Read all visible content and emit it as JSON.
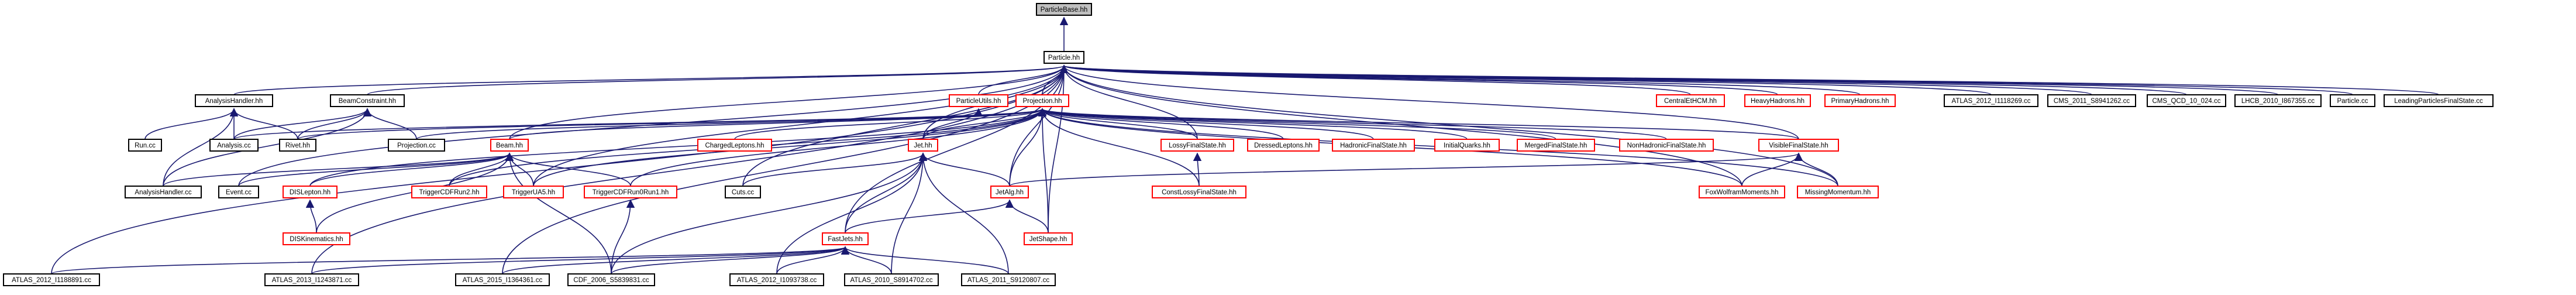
{
  "colors": {
    "edge": "#191970",
    "node_border_normal": "#000000",
    "node_border_linked": "#ff0000",
    "node_fill": "#ffffff",
    "node_fill_current": "#bfbfbf",
    "text": "#000000"
  },
  "diagram": {
    "type": "include-dependency-graph",
    "nodes": [
      {
        "id": "particlebase_hh",
        "label": "ParticleBase.hh",
        "style": "current"
      },
      {
        "id": "particle_hh",
        "label": "Particle.hh",
        "style": "normal"
      },
      {
        "id": "analysishandler_hh",
        "label": "AnalysisHandler.hh",
        "style": "normal"
      },
      {
        "id": "beamconstraint_hh",
        "label": "BeamConstraint.hh",
        "style": "normal"
      },
      {
        "id": "particleutils_hh",
        "label": "ParticleUtils.hh",
        "style": "linked"
      },
      {
        "id": "projection_hh",
        "label": "Projection.hh",
        "style": "linked"
      },
      {
        "id": "centraletcm_hh",
        "label": "CentralEtHCM.hh",
        "style": "linked"
      },
      {
        "id": "heavyhadrons_hh",
        "label": "HeavyHadrons.hh",
        "style": "linked"
      },
      {
        "id": "primaryhadrons_hh",
        "label": "PrimaryHadrons.hh",
        "style": "linked"
      },
      {
        "id": "atlas_2012_i1118269",
        "label": "ATLAS_2012_I1118269.cc",
        "style": "normal"
      },
      {
        "id": "cms_2011_s8941262",
        "label": "CMS_2011_S8941262.cc",
        "style": "normal"
      },
      {
        "id": "cms_qcd_10_024",
        "label": "CMS_QCD_10_024.cc",
        "style": "normal"
      },
      {
        "id": "lhcb_2010_i867355",
        "label": "LHCB_2010_I867355.cc",
        "style": "normal"
      },
      {
        "id": "particle_cc",
        "label": "Particle.cc",
        "style": "normal"
      },
      {
        "id": "leadingparticlesfinalstate_cc",
        "label": "LeadingParticlesFinalState.cc",
        "style": "normal"
      },
      {
        "id": "run_cc",
        "label": "Run.cc",
        "style": "normal"
      },
      {
        "id": "analysis_cc",
        "label": "Analysis.cc",
        "style": "normal"
      },
      {
        "id": "rivet_hh",
        "label": "Rivet.hh",
        "style": "normal"
      },
      {
        "id": "projection_cc",
        "label": "Projection.cc",
        "style": "normal"
      },
      {
        "id": "beam_hh",
        "label": "Beam.hh",
        "style": "linked"
      },
      {
        "id": "chargedleptons_hh",
        "label": "ChargedLeptons.hh",
        "style": "linked"
      },
      {
        "id": "jet_hh",
        "label": "Jet.hh",
        "style": "linked"
      },
      {
        "id": "lossyfinalstate_hh",
        "label": "LossyFinalState.hh",
        "style": "linked"
      },
      {
        "id": "dressedleptons_hh",
        "label": "DressedLeptons.hh",
        "style": "linked"
      },
      {
        "id": "hadronicfinalstate_hh",
        "label": "HadronicFinalState.hh",
        "style": "linked"
      },
      {
        "id": "initialquarks_hh",
        "label": "InitialQuarks.hh",
        "style": "linked"
      },
      {
        "id": "mergedfinalstate_hh",
        "label": "MergedFinalState.hh",
        "style": "linked"
      },
      {
        "id": "nonhadronicfinalstate_hh",
        "label": "NonHadronicFinalState.hh",
        "style": "linked"
      },
      {
        "id": "visiblefinalstate_hh",
        "label": "VisibleFinalState.hh",
        "style": "linked"
      },
      {
        "id": "analysishandler_cc",
        "label": "AnalysisHandler.cc",
        "style": "normal"
      },
      {
        "id": "event_cc",
        "label": "Event.cc",
        "style": "normal"
      },
      {
        "id": "dislepton_hh",
        "label": "DISLepton.hh",
        "style": "linked"
      },
      {
        "id": "triggercdfrun2_hh",
        "label": "TriggerCDFRun2.hh",
        "style": "linked"
      },
      {
        "id": "triggerua5_hh",
        "label": "TriggerUA5.hh",
        "style": "linked"
      },
      {
        "id": "triggercdfrun0run1_hh",
        "label": "TriggerCDFRun0Run1.hh",
        "style": "linked"
      },
      {
        "id": "cuts_cc",
        "label": "Cuts.cc",
        "style": "normal"
      },
      {
        "id": "jetalg_hh",
        "label": "JetAlg.hh",
        "style": "linked"
      },
      {
        "id": "constlossyfinalstate_hh",
        "label": "ConstLossyFinalState.hh",
        "style": "linked"
      },
      {
        "id": "foxwolframmoments_hh",
        "label": "FoxWolframMoments.hh",
        "style": "linked"
      },
      {
        "id": "missingmomentum_hh",
        "label": "MissingMomentum.hh",
        "style": "linked"
      },
      {
        "id": "diskinematics_hh",
        "label": "DISKinematics.hh",
        "style": "linked"
      },
      {
        "id": "jetshape_hh",
        "label": "JetShape.hh",
        "style": "linked"
      },
      {
        "id": "fastjets_hh",
        "label": "FastJets.hh",
        "style": "linked"
      },
      {
        "id": "atlas_2012_i1188891",
        "label": "ATLAS_2012_I1188891.cc",
        "style": "normal"
      },
      {
        "id": "atlas_2013_i1243871",
        "label": "ATLAS_2013_I1243871.cc",
        "style": "normal"
      },
      {
        "id": "atlas_2015_i1364361",
        "label": "ATLAS_2015_I1364361.cc",
        "style": "normal"
      },
      {
        "id": "cdf_2006_s5839831",
        "label": "CDF_2006_S5839831.cc",
        "style": "normal"
      },
      {
        "id": "atlas_2012_i1093738",
        "label": "ATLAS_2012_I1093738.cc",
        "style": "normal"
      },
      {
        "id": "atlas_2010_s8914702",
        "label": "ATLAS_2010_S8914702.cc",
        "style": "normal"
      },
      {
        "id": "atlas_2011_s9120807",
        "label": "ATLAS_2011_S9120807.cc",
        "style": "normal"
      }
    ],
    "edges": [
      [
        "particle_hh",
        "particlebase_hh"
      ],
      [
        "analysishandler_hh",
        "particle_hh"
      ],
      [
        "beamconstraint_hh",
        "particle_hh"
      ],
      [
        "particleutils_hh",
        "particle_hh"
      ],
      [
        "projection_hh",
        "particle_hh"
      ],
      [
        "centraletcm_hh",
        "particle_hh"
      ],
      [
        "heavyhadrons_hh",
        "particle_hh"
      ],
      [
        "primaryhadrons_hh",
        "particle_hh"
      ],
      [
        "atlas_2012_i1118269",
        "particle_hh"
      ],
      [
        "cms_2011_s8941262",
        "particle_hh"
      ],
      [
        "cms_qcd_10_024",
        "particle_hh"
      ],
      [
        "lhcb_2010_i867355",
        "particle_hh"
      ],
      [
        "particle_cc",
        "particle_hh"
      ],
      [
        "leadingparticlesfinalstate_cc",
        "particle_hh"
      ],
      [
        "beam_hh",
        "particle_hh"
      ],
      [
        "jet_hh",
        "particle_hh"
      ],
      [
        "lossyfinalstate_hh",
        "particle_hh"
      ],
      [
        "visiblefinalstate_hh",
        "particle_hh"
      ],
      [
        "missingmomentum_hh",
        "particle_hh"
      ],
      [
        "foxwolframmoments_hh",
        "particle_hh"
      ],
      [
        "jetalg_hh",
        "particle_hh"
      ],
      [
        "jetshape_hh",
        "particle_hh"
      ],
      [
        "fastjets_hh",
        "particle_hh"
      ],
      [
        "cuts_cc",
        "particle_hh"
      ],
      [
        "event_cc",
        "particle_hh"
      ],
      [
        "triggerua5_hh",
        "particle_hh"
      ],
      [
        "atlas_2012_i1188891",
        "particle_hh"
      ],
      [
        "atlas_2013_i1243871",
        "particle_hh"
      ],
      [
        "atlas_2015_i1364361",
        "particle_hh"
      ],
      [
        "run_cc",
        "analysishandler_hh"
      ],
      [
        "analysis_cc",
        "analysishandler_hh"
      ],
      [
        "rivet_hh",
        "analysishandler_hh"
      ],
      [
        "analysishandler_cc",
        "analysishandler_hh"
      ],
      [
        "analysis_cc",
        "beamconstraint_hh"
      ],
      [
        "rivet_hh",
        "beamconstraint_hh"
      ],
      [
        "projection_cc",
        "beamconstraint_hh"
      ],
      [
        "analysishandler_cc",
        "beamconstraint_hh"
      ],
      [
        "jet_hh",
        "particleutils_hh"
      ],
      [
        "beam_hh",
        "projection_hh"
      ],
      [
        "chargedleptons_hh",
        "projection_hh"
      ],
      [
        "jet_hh",
        "projection_hh"
      ],
      [
        "lossyfinalstate_hh",
        "projection_hh"
      ],
      [
        "dressedleptons_hh",
        "projection_hh"
      ],
      [
        "hadronicfinalstate_hh",
        "projection_hh"
      ],
      [
        "initialquarks_hh",
        "projection_hh"
      ],
      [
        "mergedfinalstate_hh",
        "projection_hh"
      ],
      [
        "nonhadronicfinalstate_hh",
        "projection_hh"
      ],
      [
        "visiblefinalstate_hh",
        "projection_hh"
      ],
      [
        "constlossyfinalstate_hh",
        "projection_hh"
      ],
      [
        "jetalg_hh",
        "projection_hh"
      ],
      [
        "jetshape_hh",
        "projection_hh"
      ],
      [
        "dislepton_hh",
        "projection_hh"
      ],
      [
        "analysis_cc",
        "projection_hh"
      ],
      [
        "rivet_hh",
        "projection_hh"
      ],
      [
        "projection_cc",
        "projection_hh"
      ],
      [
        "triggercdfrun2_hh",
        "projection_hh"
      ],
      [
        "triggerua5_hh",
        "projection_hh"
      ],
      [
        "triggercdfrun0run1_hh",
        "projection_hh"
      ],
      [
        "foxwolframmoments_hh",
        "projection_hh"
      ],
      [
        "missingmomentum_hh",
        "projection_hh"
      ],
      [
        "analysishandler_cc",
        "beam_hh"
      ],
      [
        "event_cc",
        "beam_hh"
      ],
      [
        "dislepton_hh",
        "beam_hh"
      ],
      [
        "triggercdfrun2_hh",
        "beam_hh"
      ],
      [
        "triggerua5_hh",
        "beam_hh"
      ],
      [
        "triggercdfrun0run1_hh",
        "beam_hh"
      ],
      [
        "diskinematics_hh",
        "beam_hh"
      ],
      [
        "cdf_2006_s5839831",
        "beam_hh"
      ],
      [
        "cuts_cc",
        "jet_hh"
      ],
      [
        "jetalg_hh",
        "jet_hh"
      ],
      [
        "fastjets_hh",
        "jet_hh"
      ],
      [
        "cdf_2006_s5839831",
        "jet_hh"
      ],
      [
        "atlas_2012_i1093738",
        "jet_hh"
      ],
      [
        "atlas_2010_s8914702",
        "jet_hh"
      ],
      [
        "atlas_2011_s9120807",
        "jet_hh"
      ],
      [
        "constlossyfinalstate_hh",
        "lossyfinalstate_hh"
      ],
      [
        "foxwolframmoments_hh",
        "visiblefinalstate_hh"
      ],
      [
        "missingmomentum_hh",
        "visiblefinalstate_hh"
      ],
      [
        "jetalg_hh",
        "visiblefinalstate_hh"
      ],
      [
        "diskinematics_hh",
        "dislepton_hh"
      ],
      [
        "jetshape_hh",
        "jetalg_hh"
      ],
      [
        "fastjets_hh",
        "jetalg_hh"
      ],
      [
        "cdf_2006_s5839831",
        "triggercdfrun0run1_hh"
      ],
      [
        "atlas_2012_i1188891",
        "fastjets_hh"
      ],
      [
        "atlas_2013_i1243871",
        "fastjets_hh"
      ],
      [
        "atlas_2015_i1364361",
        "fastjets_hh"
      ],
      [
        "cdf_2006_s5839831",
        "fastjets_hh"
      ],
      [
        "atlas_2012_i1093738",
        "fastjets_hh"
      ],
      [
        "atlas_2010_s8914702",
        "fastjets_hh"
      ],
      [
        "atlas_2011_s9120807",
        "fastjets_hh"
      ]
    ]
  }
}
